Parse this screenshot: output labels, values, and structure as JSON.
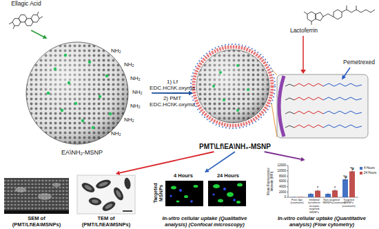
{
  "diagram": {
    "nodes": [
      {
        "text": [
          "Ellagic Acid"
        ]
      },
      {
        "text": [
          "EA\\NH₂-MSNP"
        ]
      },
      {
        "text": [
          "PMT\\Lf\\EA\\NH₂-MSNP"
        ]
      },
      {
        "text": [
          "SEM of (PMT/Lf\\EA\\MSNPs)"
        ]
      },
      {
        "text": [
          "TEM of (PMT/Lf\\EA\\MSNPs)"
        ]
      },
      {
        "text": [
          "In-vitro cellular uptake (Qualitative analysis) (Confocal microscopy)"
        ]
      },
      {
        "text": [
          "In-vitro cellular uptake (Quantitative analysis) (Flow cytometry)"
        ]
      }
    ],
    "edges": [
      {
        "from": 0,
        "to": 1,
        "arrow": "to"
      },
      {
        "from": 1,
        "to": 2,
        "arrow": "to",
        "label": "1) Lf EDC.HCl\\K.oxyma"
      },
      {
        "from": 2,
        "to": 4,
        "arrow": "to"
      },
      {
        "from": 2,
        "to": 5,
        "arrow": "to"
      },
      {
        "from": 2,
        "to": 6,
        "arrow": "to"
      }
    ],
    "labels": [
      "2) PMT EDC.HCl\\K.oxyma",
      "NH₂",
      "NH₂",
      "NH₂",
      "NH₂",
      "NH₂",
      "NH₂",
      "NH₂",
      "Lactoferrin",
      "Pemetrexed",
      "4 Hours",
      "24 Hours",
      "Targeted MSNPs",
      "Mean Fluorescence Intensity (MFI)",
      "0",
      "2000",
      "4000",
      "6000",
      "8000",
      "10000",
      "12000",
      "Free dye (coumarin)",
      "Inhibited lactoferrin receptor targeted MSNPs",
      "Non-targeted MSNPs(coumarin)",
      "Targeted MSNPs (coumarin)",
      "*",
      "*",
      "*ψ",
      "*ψ"
    ],
    "legend": [
      {
        "text": "4 Hours",
        "color": "#4472c4"
      },
      {
        "text": "24 Hours",
        "color": "#c0504d"
      }
    ]
  }
}
